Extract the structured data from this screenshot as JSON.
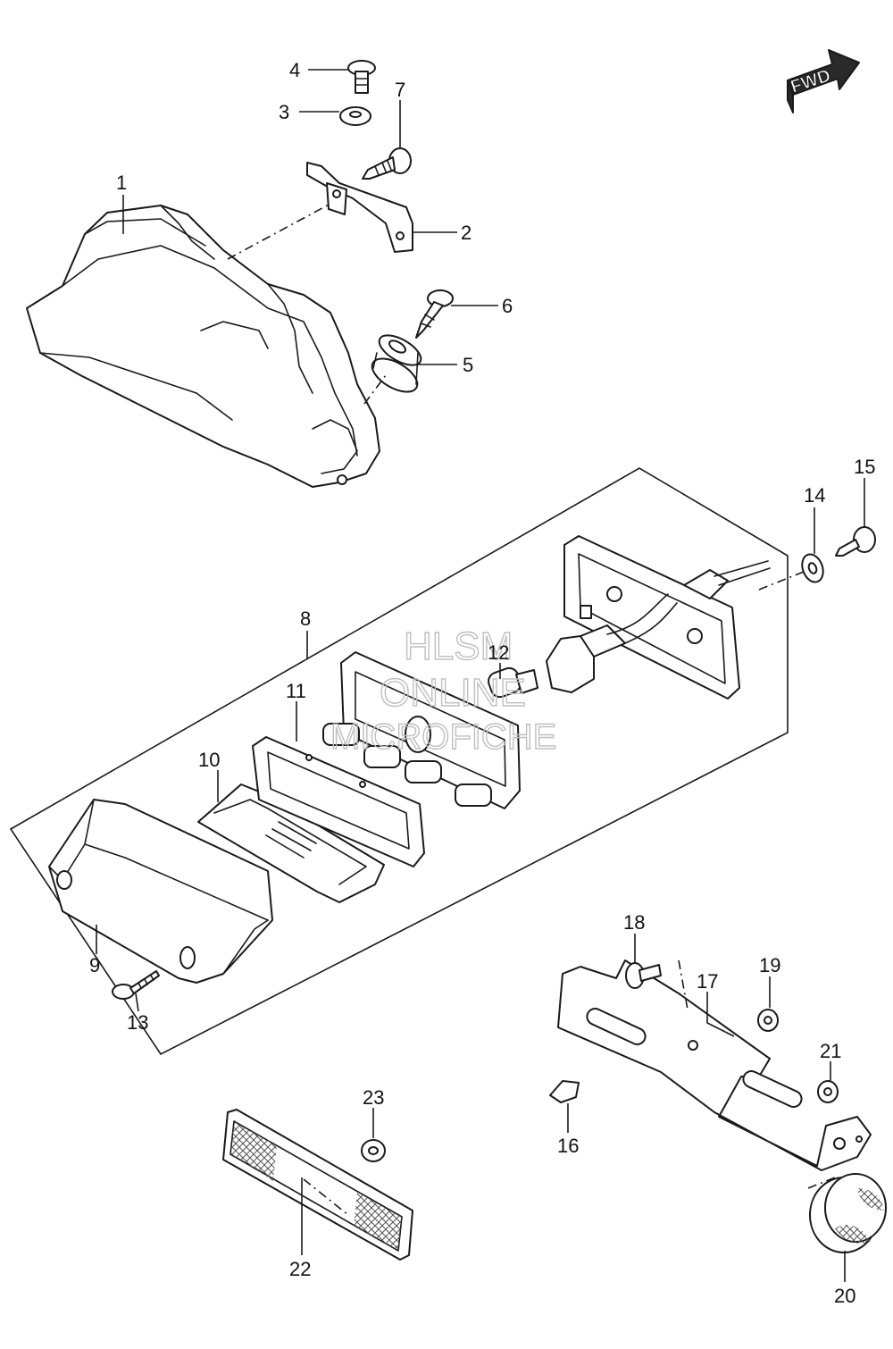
{
  "callouts": [
    "1",
    "2",
    "3",
    "4",
    "5",
    "6",
    "7",
    "8",
    "9",
    "10",
    "11",
    "12",
    "13",
    "14",
    "15",
    "16",
    "17",
    "18",
    "19",
    "20",
    "21",
    "22",
    "23"
  ],
  "fwd_label": "FWD",
  "watermark": {
    "line1": "HLSM",
    "line2": "ONLINE",
    "line3": "MICROFICHE"
  },
  "colors": {
    "ink": "#1a1a1a",
    "watermark": "#bfbfbf",
    "background": "#ffffff"
  }
}
